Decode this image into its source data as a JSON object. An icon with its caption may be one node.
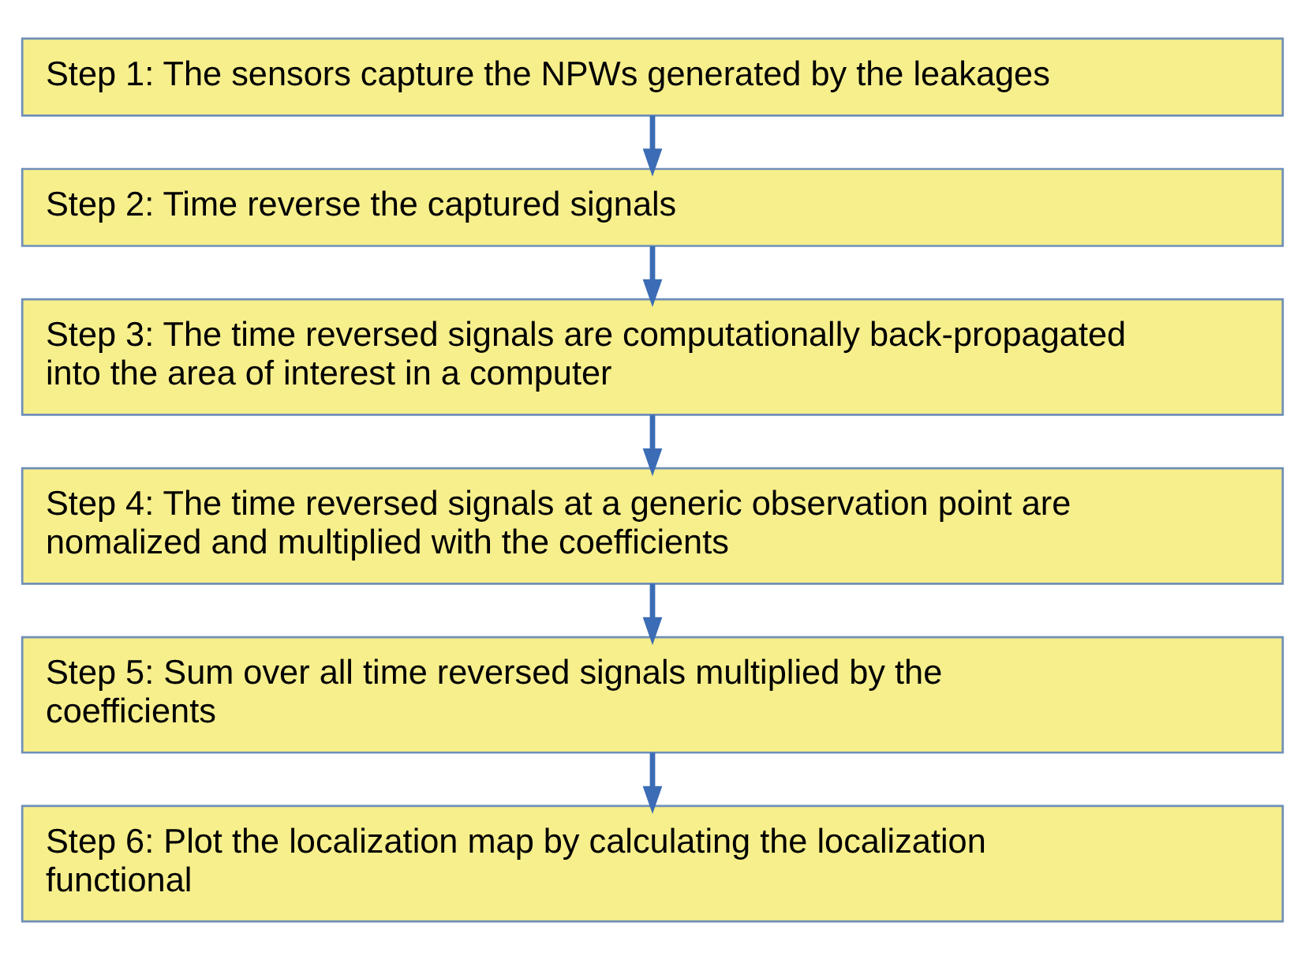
{
  "diagram": {
    "nodes": [
      {
        "text": [
          "Step 1: The sensors capture the NPWs generated by the leakages"
        ]
      },
      {
        "text": [
          "Step 2: Time reverse the captured signals"
        ]
      },
      {
        "text": [
          "Step 3: The time reversed signals are computationally back-propagated into the area of interest in a computer"
        ]
      },
      {
        "text": [
          "Step 4: The time reversed signals at a generic observation point are nomalized and multiplied with the coefficients"
        ]
      },
      {
        "text": [
          "Step 5: Sum over all time reversed signals multiplied by the coefficients"
        ]
      },
      {
        "text": [
          "Step 6: Plot the localization map by calculating the localization functional"
        ]
      }
    ],
    "edges": [
      {
        "from": 0,
        "to": 1,
        "arrow": "to"
      },
      {
        "from": 1,
        "to": 2,
        "arrow": "to"
      },
      {
        "from": 2,
        "to": 3,
        "arrow": "to"
      },
      {
        "from": 3,
        "to": 4,
        "arrow": "to"
      },
      {
        "from": 4,
        "to": 5,
        "arrow": "to"
      }
    ]
  }
}
